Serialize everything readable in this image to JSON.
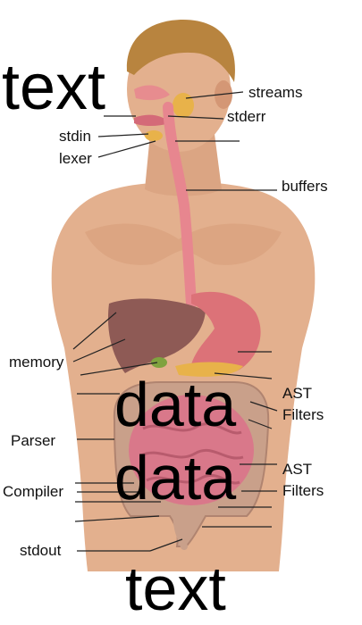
{
  "overlay": {
    "top": "text",
    "middle_1": "data",
    "middle_2": "data",
    "bottom": "text"
  },
  "labels": {
    "streams": "streams",
    "stderr": "stderr",
    "stdin": "stdin",
    "lexer": "lexer",
    "buffers": "buffers",
    "memory": "memory",
    "ast_1": "AST",
    "filters_1": "Filters",
    "parser": "Parser",
    "ast_2": "AST",
    "filters_2": "Filters",
    "compiler": "Compiler",
    "stdout": "stdout"
  },
  "colors": {
    "skin": "#e3b08e",
    "skin_shadow": "#c98d67",
    "hair": "#b8843f",
    "esophagus": "#e7868f",
    "stomach": "#dc7278",
    "liver": "#8e5a55",
    "gallbladder": "#7fa23f",
    "pancreas": "#e8b24a",
    "small_intestine": "#d9788a",
    "large_intestine": "#c9a08a",
    "leader_line": "#222222"
  }
}
